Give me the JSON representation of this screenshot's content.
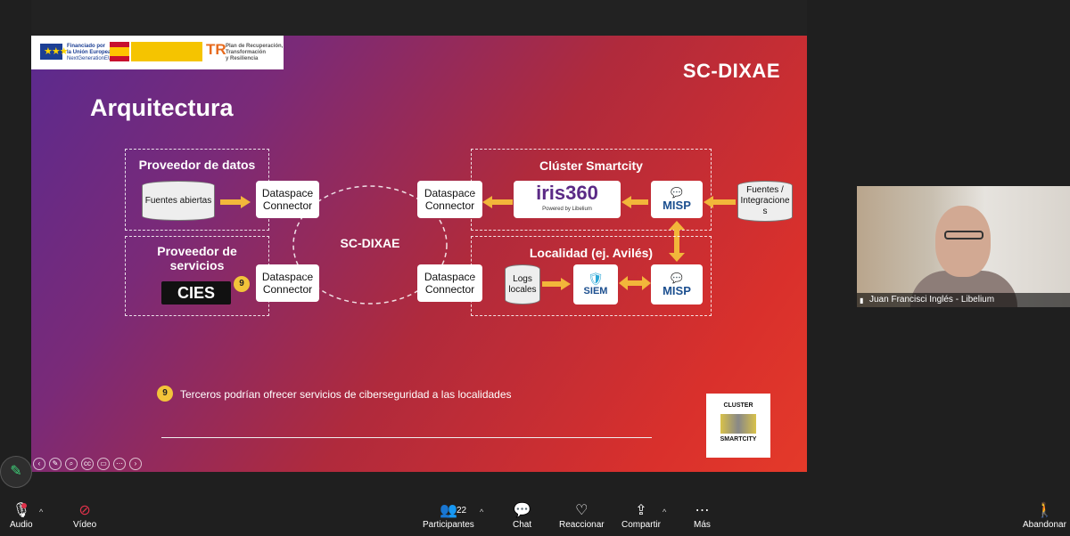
{
  "slide": {
    "brand": "SC-DIXAE",
    "title": "Arquitectura",
    "logos": {
      "eu_line1": "Financiado por",
      "eu_line2": "la Unión Europea",
      "eu_line3": "NextGenerationEU",
      "tr_line1": "Plan de Recuperación,",
      "tr_line2": "Transformación",
      "tr_line3": "y Resiliencia"
    },
    "provider_data_title": "Proveedor de datos",
    "fuentes_abiertas": "Fuentes abiertas",
    "provider_services_title": "Proveedor de servicios",
    "cies_label": "CIES",
    "badge_number": "9",
    "dataspace_connector": "Dataspace Connector",
    "center_label": "SC-DIXAE",
    "cluster_title": "Clúster Smartcity",
    "iris_label": "iris360",
    "iris_sub": "Powered by Libelium",
    "misp_label": "MISP",
    "fuentes_integraciones": "Fuentes / Integracione s",
    "localidad_title": "Localidad (ej. Avilés)",
    "logs_locales": "Logs locales",
    "siem_label": "SIEM",
    "footnote": "Terceros podrían ofrecer servicios de ciberseguridad a las localidades",
    "cluster_logo_line1": "CLUSTER",
    "cluster_logo_line2": "SMARTCITY"
  },
  "participant": {
    "name": "Juan Francisci Inglés - Libelium"
  },
  "toolbar": {
    "audio": "Audio",
    "video": "Vídeo",
    "participantes": "Participantes",
    "participant_count": "22",
    "chat": "Chat",
    "reaccionar": "Reaccionar",
    "compartir": "Compartir",
    "mas": "Más",
    "abandonar": "Abandonar"
  },
  "colors": {
    "accent_arrow": "#f2b63a",
    "mic_alert": "#e0324b",
    "pen_active": "#3fd17a"
  }
}
